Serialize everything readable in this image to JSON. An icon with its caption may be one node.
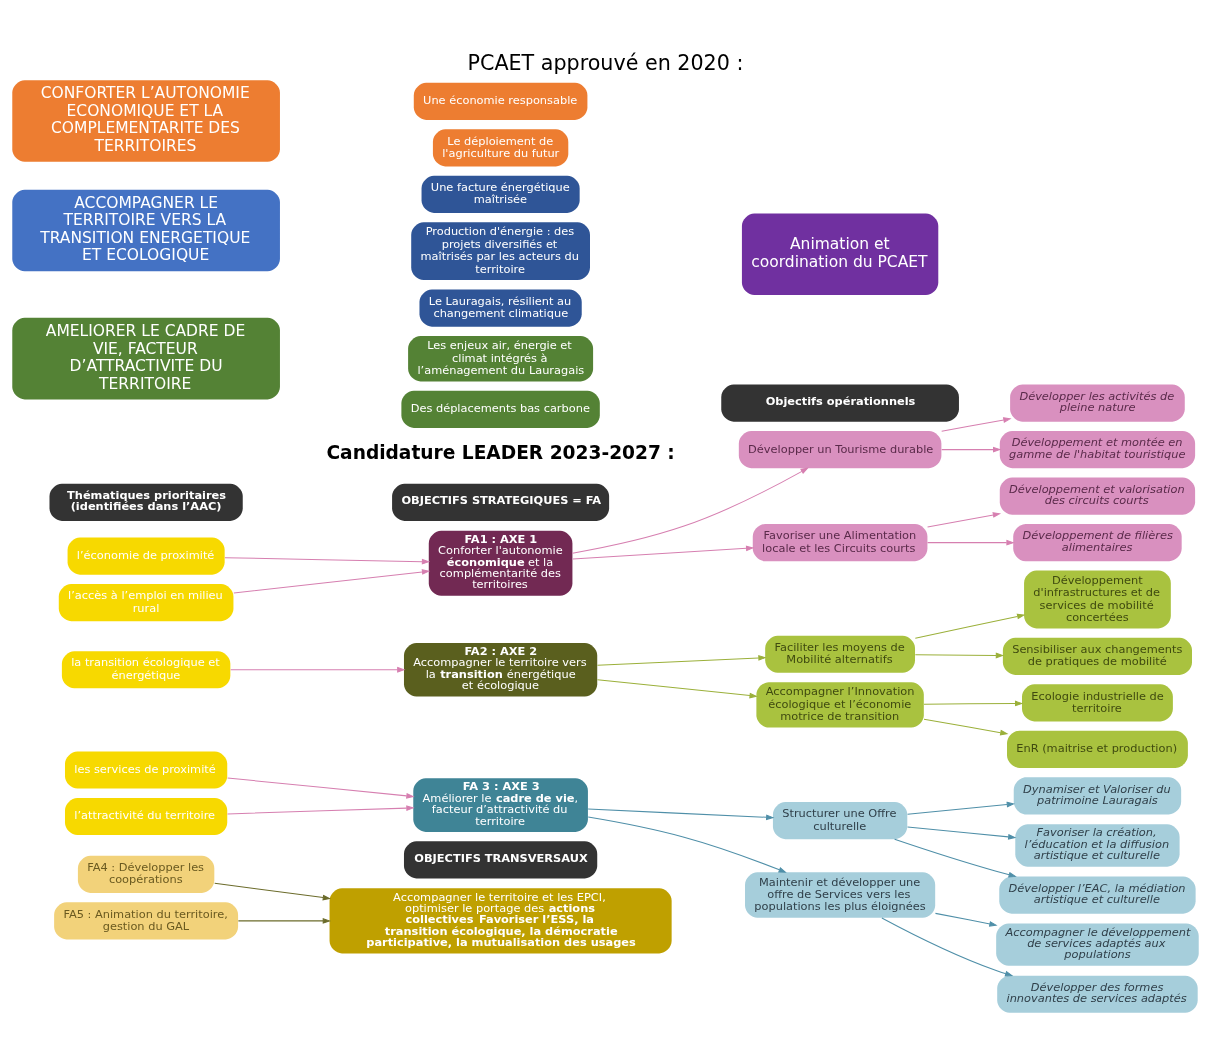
{
  "diagram": {
    "title": "PCAET approuvé en 2020 :",
    "nodes": [
      {
        "text": [
          "CONFORTER L’AUTONOMIE ECONOMIQUE ET LA COMPLEMENTARITE DES TERRITOIRES"
        ]
      },
      {
        "text": [
          "Une économie responsable"
        ]
      },
      {
        "text": [
          "Le déploiement de l'agriculture du futur"
        ]
      },
      {
        "text": [
          "ACCOMPAGNER LE TERRITOIRE VERS LA TRANSITION ENERGETIQUE ET ECOLOGIQUE"
        ]
      },
      {
        "text": [
          "Une facture énergétique maîtrisée"
        ]
      },
      {
        "text": [
          "Production d'énergie : des projets diversifiés et maîtrisés par les acteurs du territoire"
        ]
      },
      {
        "text": [
          "Le Lauragais, résilient au changement climatique"
        ]
      },
      {
        "text": [
          "AMELIORER LE CADRE DE VIE, FACTEUR D’ATTRACTIVITE DU TERRITOIRE"
        ]
      },
      {
        "text": [
          "Les enjeux air, énergie et climat intégrés à l’aménagement du Lauragais"
        ]
      },
      {
        "text": [
          "Des déplacements bas carbone"
        ]
      },
      {
        "text": [
          "Animation et coordination du PCAET"
        ]
      },
      {
        "text": [
          "Thématiques prioritaires (identifiées dans l’AAC)"
        ]
      },
      {
        "text": [
          "OBJECTIFS STRATEGIQUES = FA"
        ]
      },
      {
        "text": [
          "Objectifs opérationnels"
        ]
      },
      {
        "text": [
          "l’économie de proximité"
        ]
      },
      {
        "text": [
          "l’accès à l’emploi en milieu rural"
        ]
      },
      {
        "text": [
          "FA1 : AXE 1",
          "Conforter l'autonomie **économique** et la complémentarité des territoires"
        ]
      },
      {
        "text": [
          "Développer un Tourisme durable"
        ]
      },
      {
        "text": [
          "Favoriser une Alimentation locale et les Circuits courts"
        ]
      },
      {
        "text": [
          "Développer les activités de pleine nature"
        ]
      },
      {
        "text": [
          "Développement et montée en gamme de l'habitat touristique"
        ]
      },
      {
        "text": [
          "Développement et valorisation des circuits courts"
        ]
      },
      {
        "text": [
          "Développement de filières alimentaires"
        ]
      },
      {
        "text": [
          "la transition écologique et énergétique"
        ]
      },
      {
        "text": [
          "FA2 : AXE 2",
          "Accompagner le territoire vers la **transition** énergétique et écologique"
        ]
      },
      {
        "text": [
          "Faciliter les moyens de Mobilité alternatifs"
        ]
      },
      {
        "text": [
          "Accompagner l’Innovation écologique et l’économie motrice de transition"
        ]
      },
      {
        "text": [
          "Développement d'infrastructures et de services de mobilité concertées"
        ]
      },
      {
        "text": [
          "Sensibiliser aux changements de pratiques de mobilité"
        ]
      },
      {
        "text": [
          "Ecologie industrielle de territoire"
        ]
      },
      {
        "text": [
          "EnR (maitrise et production)"
        ]
      },
      {
        "text": [
          "les services de proximité"
        ]
      },
      {
        "text": [
          "l’attractivité du territoire"
        ]
      },
      {
        "text": [
          "FA 3 : AXE 3",
          "Améliorer le **cadre de vie**, facteur d’attractivité du territoire"
        ]
      },
      {
        "text": [
          "Structurer une Offre culturelle"
        ]
      },
      {
        "text": [
          "Maintenir et développer une offre de Services vers les populations les plus éloignées"
        ]
      },
      {
        "text": [
          "Dynamiser et Valoriser du patrimoine Lauragais"
        ]
      },
      {
        "text": [
          "Favoriser la création, l’éducation et la diffusion artistique et culturelle"
        ]
      },
      {
        "text": [
          "Développer l’EAC, la médiation artistique et culturelle"
        ]
      },
      {
        "text": [
          "Accompagner le développement de services adaptés aux populations"
        ]
      },
      {
        "text": [
          "Développer des formes innovantes de services adaptés"
        ]
      },
      {
        "text": [
          "OBJECTIFS TRANSVERSAUX"
        ]
      },
      {
        "text": [
          "FA4 : Développer les coopérations"
        ]
      },
      {
        "text": [
          "FA5 : Animation du territoire, gestion du GAL"
        ]
      },
      {
        "text": [
          "Accompagner le territoire et les EPCI, optimiser le portage des **actions collectives** **Favoriser l’ESS, la transition écologique, la démocratie participative, la mutualisation des usages**"
        ]
      }
    ],
    "edges": [
      {
        "from": 14,
        "to": 16,
        "arrow": "to",
        "color": "#d67fb0"
      },
      {
        "from": 15,
        "to": 16,
        "arrow": "to",
        "color": "#d67fb0"
      },
      {
        "from": 16,
        "to": 17,
        "arrow": "to",
        "color": "#d67fb0"
      },
      {
        "from": 16,
        "to": 18,
        "arrow": "to",
        "color": "#d67fb0"
      },
      {
        "from": 17,
        "to": 19,
        "arrow": "to",
        "color": "#d67fb0"
      },
      {
        "from": 17,
        "to": 20,
        "arrow": "to",
        "color": "#d67fb0"
      },
      {
        "from": 18,
        "to": 21,
        "arrow": "to",
        "color": "#d67fb0"
      },
      {
        "from": 18,
        "to": 22,
        "arrow": "to",
        "color": "#d67fb0"
      },
      {
        "from": 23,
        "to": 24,
        "arrow": "to",
        "color": "#d67fb0"
      },
      {
        "from": 24,
        "to": 25,
        "arrow": "to",
        "color": "#9bb03a"
      },
      {
        "from": 24,
        "to": 26,
        "arrow": "to",
        "color": "#9bb03a"
      },
      {
        "from": 25,
        "to": 27,
        "arrow": "to",
        "color": "#9bb03a"
      },
      {
        "from": 25,
        "to": 28,
        "arrow": "to",
        "color": "#9bb03a"
      },
      {
        "from": 26,
        "to": 29,
        "arrow": "to",
        "color": "#9bb03a"
      },
      {
        "from": 26,
        "to": 30,
        "arrow": "to",
        "color": "#9bb03a"
      },
      {
        "from": 31,
        "to": 33,
        "arrow": "to",
        "color": "#d67fb0"
      },
      {
        "from": 32,
        "to": 33,
        "arrow": "to",
        "color": "#d67fb0"
      },
      {
        "from": 33,
        "to": 34,
        "arrow": "to",
        "color": "#4f8fa8"
      },
      {
        "from": 33,
        "to": 35,
        "arrow": "to",
        "color": "#4f8fa8"
      },
      {
        "from": 34,
        "to": 36,
        "arrow": "to",
        "color": "#4f8fa8"
      },
      {
        "from": 34,
        "to": 37,
        "arrow": "to",
        "color": "#4f8fa8"
      },
      {
        "from": 34,
        "to": 38,
        "arrow": "to",
        "color": "#4f8fa8"
      },
      {
        "from": 35,
        "to": 39,
        "arrow": "to",
        "color": "#4f8fa8"
      },
      {
        "from": 35,
        "to": 40,
        "arrow": "to",
        "color": "#4f8fa8"
      },
      {
        "from": 42,
        "to": 44,
        "arrow": "to",
        "color": "#6b6b2a"
      },
      {
        "from": 43,
        "to": 44,
        "arrow": "to",
        "color": "#6b6b2a"
      }
    ],
    "labels": [
      "Candidature LEADER 2023-2027 :"
    ]
  }
}
